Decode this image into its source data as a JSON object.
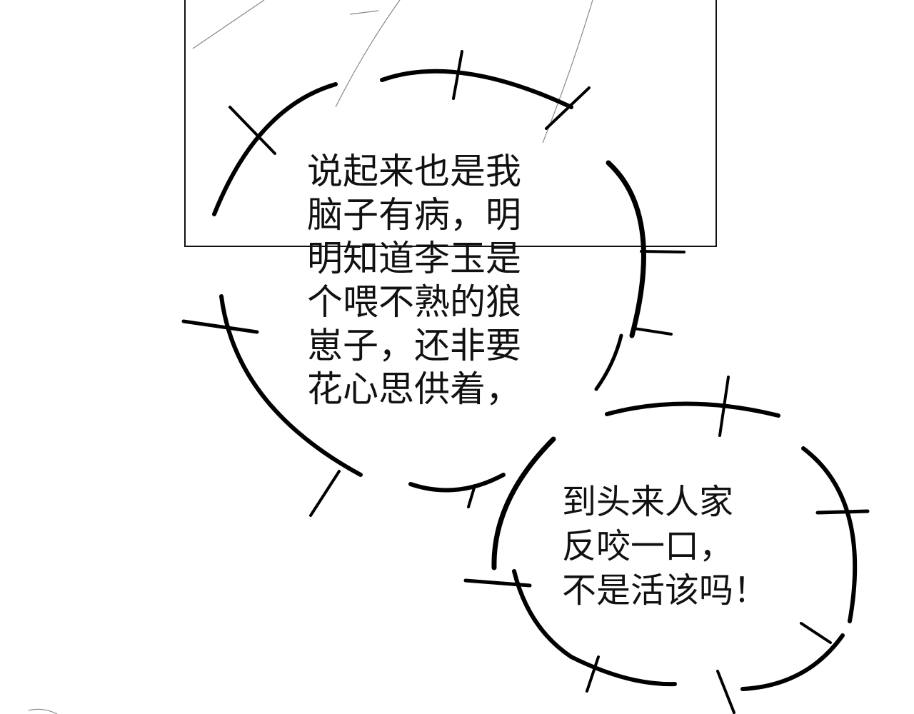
{
  "bubble_main": {
    "lines": [
      "说起来也是我",
      "脑子有病，明",
      "明知道李玉是",
      "个喂不熟的狼",
      "崽子，还非要",
      "花心思供着，"
    ]
  },
  "bubble_second": {
    "lines": [
      "到头来人家",
      "反咬一口，",
      "不是活该吗！"
    ]
  }
}
